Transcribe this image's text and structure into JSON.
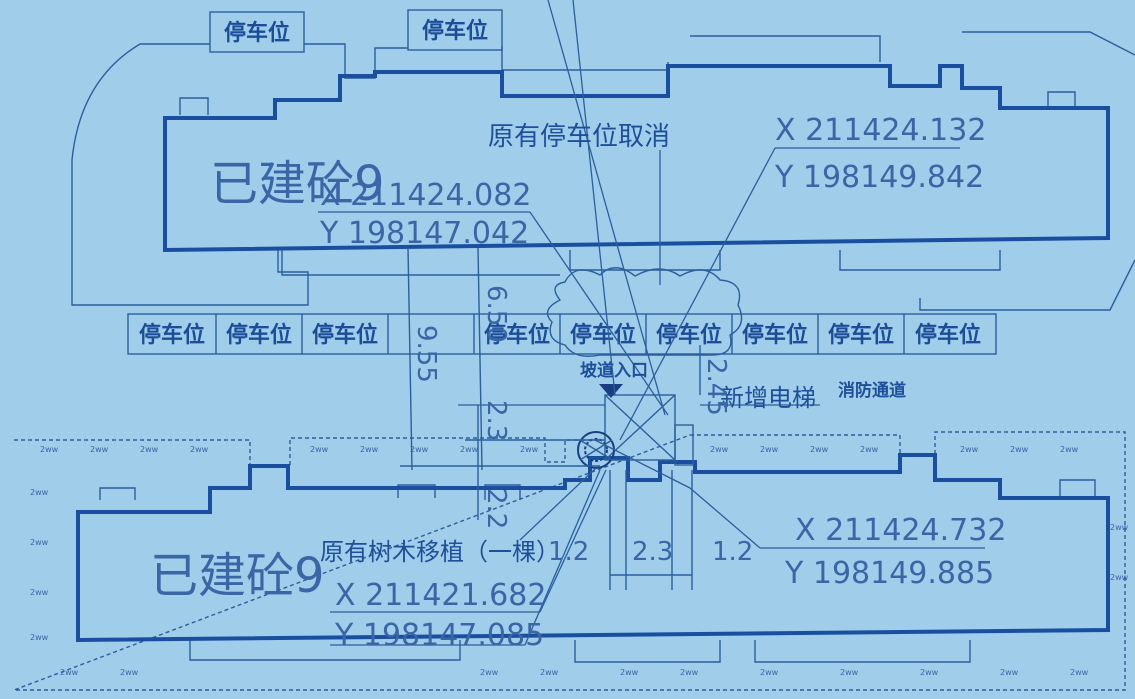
{
  "labels": {
    "parking": "停车位",
    "built_top": "已建砼9",
    "built_bottom": "已建砼9",
    "cancel_parking": "原有停车位取消",
    "ramp_entry": "坡道入口",
    "new_elevator": "新增电梯",
    "fire_lane": "消防通道",
    "tree_move": "原有树木移植（一棵）",
    "grass_mark": "2ww"
  },
  "coords": {
    "c1_x": "X 211424.132",
    "c1_y": "Y 198149.842",
    "c2_x": "X 211424.082",
    "c2_y": "Y 198147.042",
    "c3_x": "X 211424.732",
    "c3_y": "Y 198149.885",
    "c4_x": "X 211421.682",
    "c4_y": "Y 198147.085"
  },
  "dimensions": {
    "d_955": "9.55",
    "d_65": "6.50",
    "d_23v": "2.3",
    "d_245": "2.45",
    "d_22": "2.2",
    "d_12a": "1.2",
    "d_23h": "2.3",
    "d_12b": "1.2"
  }
}
